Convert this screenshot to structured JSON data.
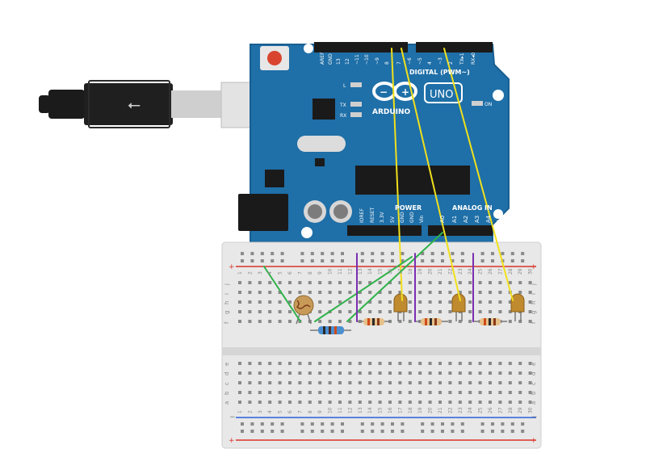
{
  "colors": {
    "board": "#1f6fa8",
    "board_edge": "#195f91",
    "breadboard": "#e8e8e8",
    "wire_yellow": "#f0e01c",
    "wire_green": "#2fb24a",
    "wire_purple": "#7b2fb0",
    "rail_red": "#d9342b",
    "rail_blue": "#2b5fd9",
    "led": "#c08a2e"
  },
  "arduino": {
    "brand": "ARDUINO",
    "model": "UNO",
    "digital_label": "DIGITAL (PWM~)",
    "analog_label": "ANALOG IN",
    "power_label": "POWER",
    "on_label": "ON",
    "l_label": "L",
    "tx_label": "TX",
    "rx_label": "RX",
    "digital_pins": [
      "AREF",
      "GND",
      "13",
      "12",
      "~11",
      "~10",
      "~9",
      "8",
      "7",
      "~6",
      "~5",
      "4",
      "~3",
      "2",
      "TX▸1",
      "RX◂0"
    ],
    "power_pins": [
      "IOREF",
      "RESET",
      "3.3V",
      "5V",
      "GND",
      "GND",
      "Vin"
    ],
    "analog_pins": [
      "A0",
      "A1",
      "A2",
      "A3",
      "A4",
      "A5"
    ]
  },
  "breadboard": {
    "top_rows": [
      "j",
      "i",
      "h",
      "g",
      "f"
    ],
    "bottom_rows": [
      "e",
      "d",
      "c",
      "b",
      "a"
    ],
    "column_numbers": [
      "1",
      "2",
      "3",
      "4",
      "5",
      "6",
      "7",
      "8",
      "9",
      "10",
      "11",
      "12",
      "13",
      "14",
      "15",
      "16",
      "17",
      "18",
      "19",
      "20",
      "21",
      "22",
      "23",
      "24",
      "25",
      "26",
      "27",
      "28",
      "29",
      "30"
    ],
    "plus": "+",
    "minus": "−"
  }
}
